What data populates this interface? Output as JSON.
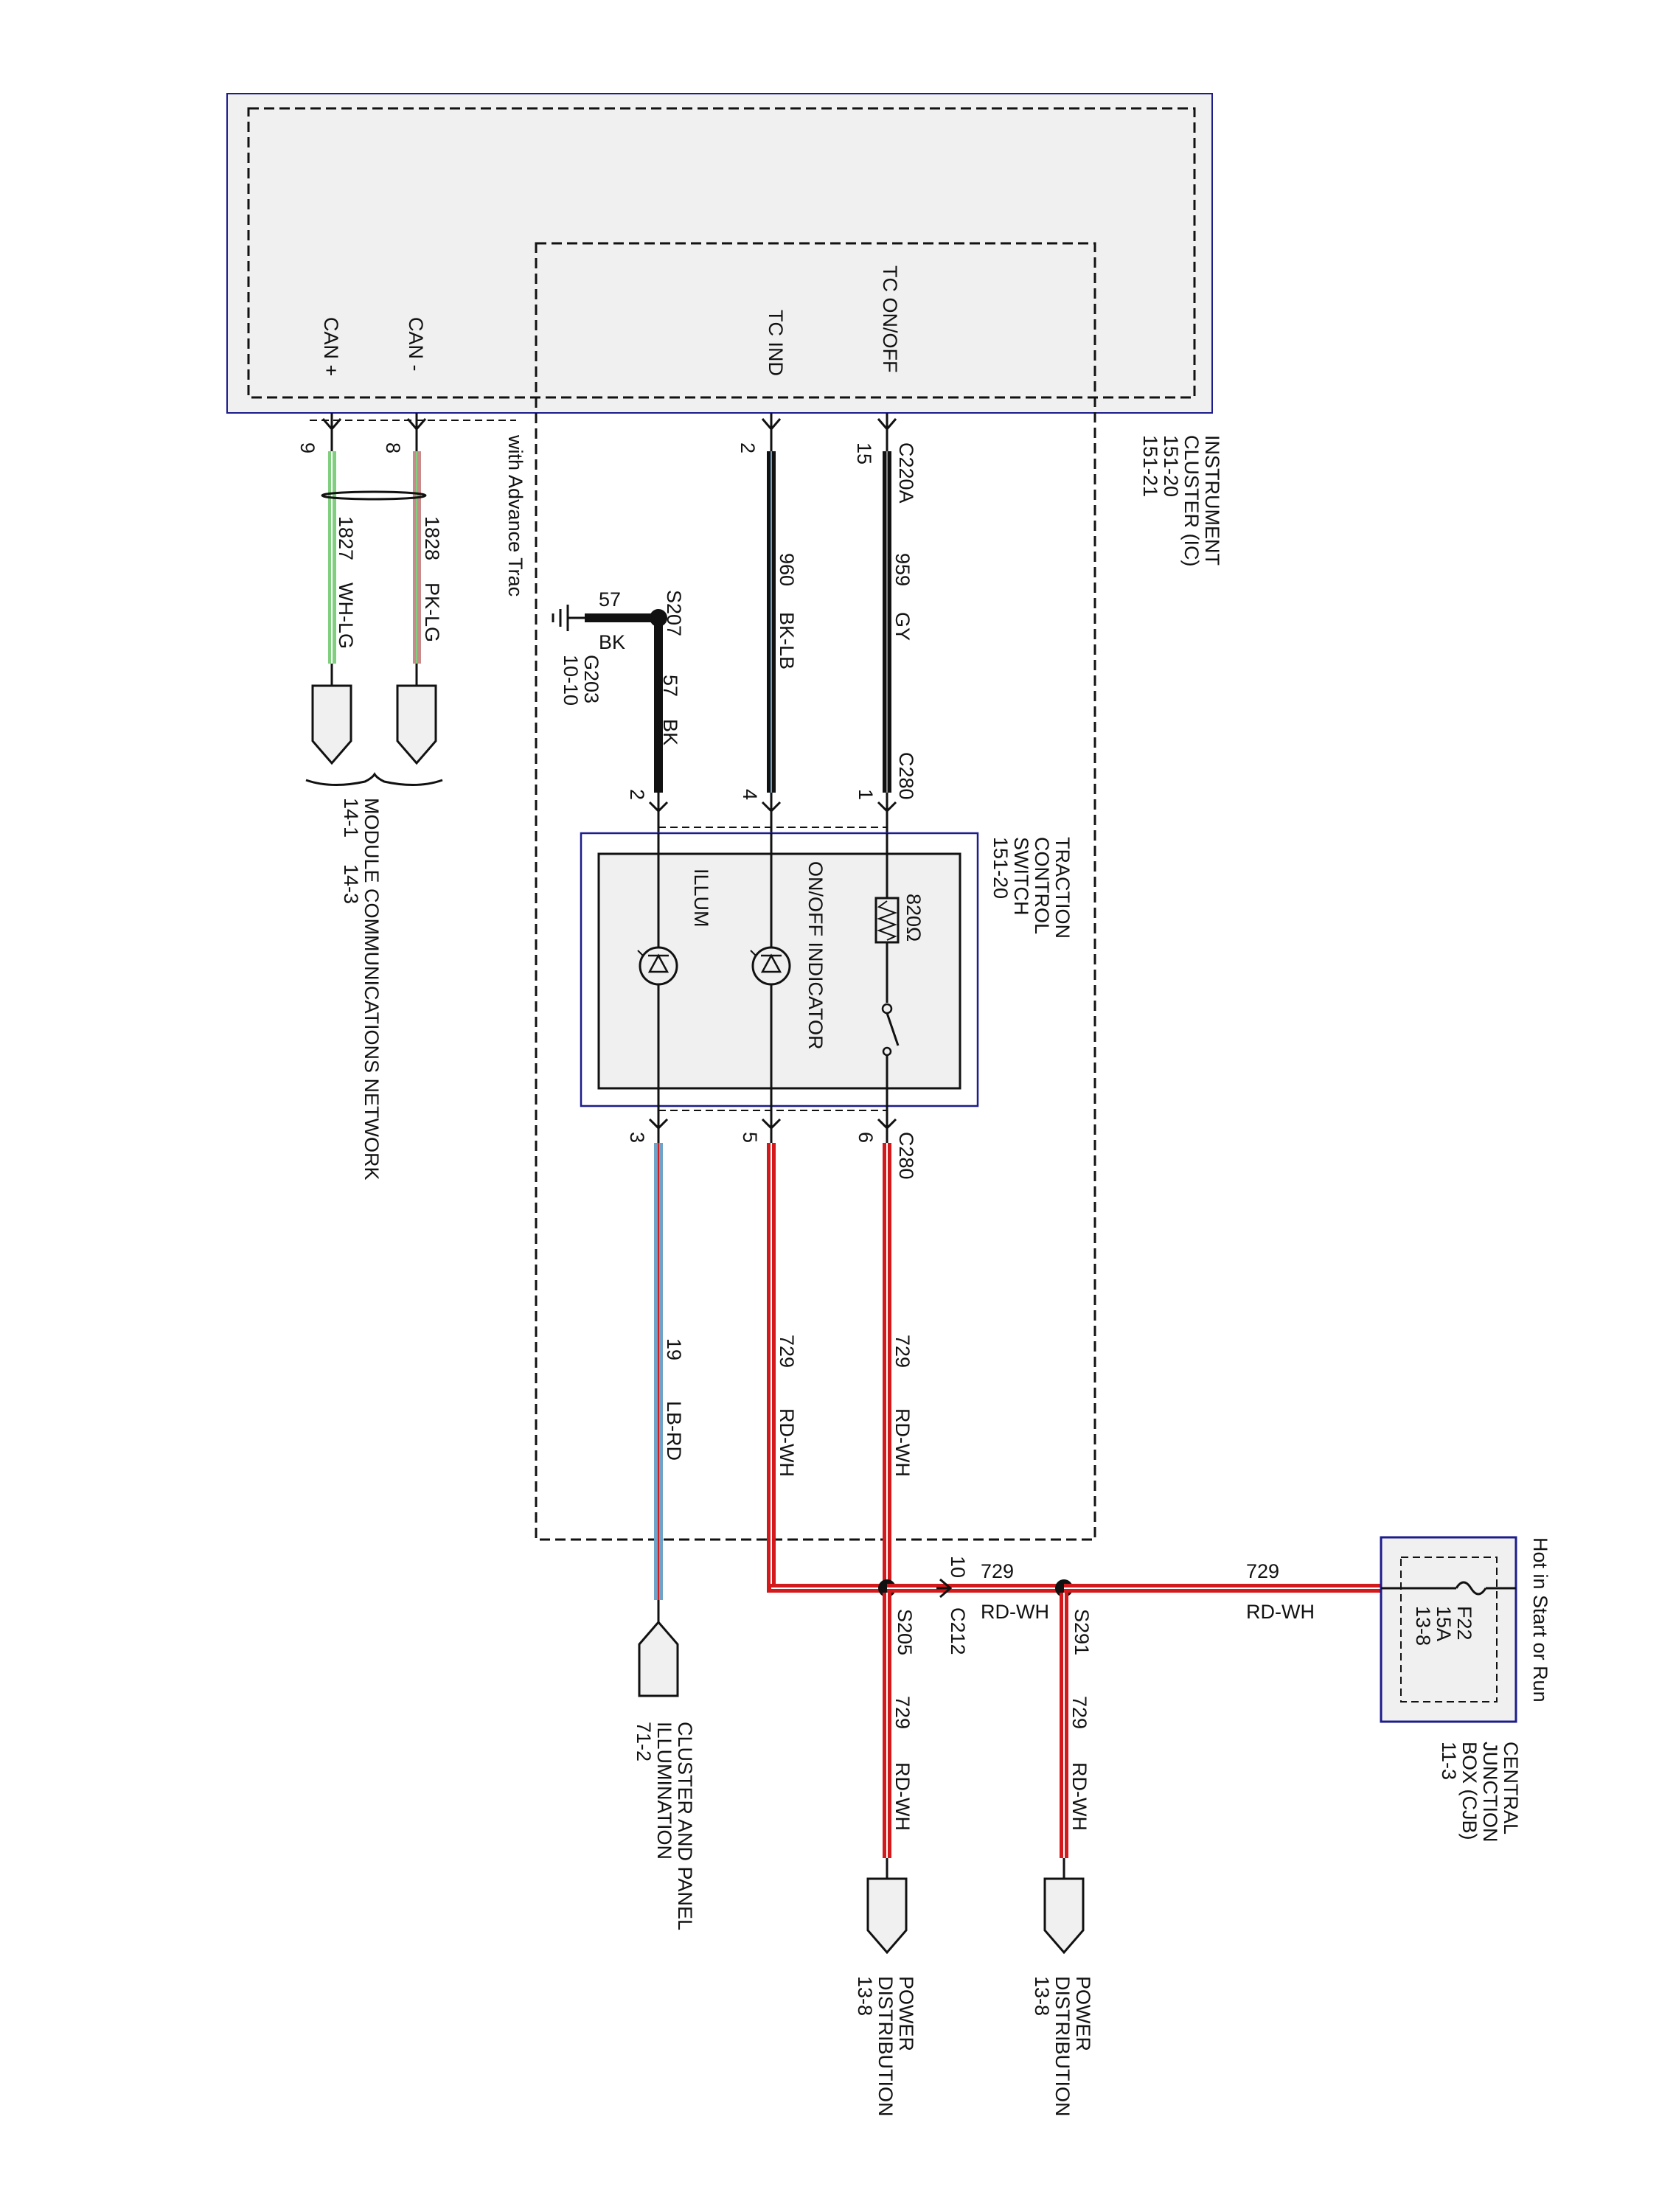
{
  "instrument_cluster": {
    "name_lines": [
      "INSTRUMENT",
      "CLUSTER (IC)",
      "151-20",
      "151-21"
    ],
    "pins": {
      "can_plus": "CAN +",
      "can_minus": "CAN -",
      "tc_ind": "TC IND",
      "tc_onoff": "TC ON/OFF"
    },
    "connector": "C220A"
  },
  "option_note": "with Advance Trac",
  "pin_numbers": {
    "can_plus": "9",
    "can_minus": "8",
    "tc_ind": "2",
    "tc_onoff": "15"
  },
  "can_wires": {
    "can_plus": {
      "circuit": "1827",
      "color": "WH-LG"
    },
    "can_minus": {
      "circuit": "1828",
      "color": "PK-LG"
    }
  },
  "module_comm": {
    "name": "MODULE COMMUNICATIONS NETWORK",
    "refs": [
      "14-1",
      "14-3"
    ]
  },
  "ground": {
    "splice": "S207",
    "circuit": "57",
    "color": "BK",
    "ground_name": "G203",
    "ground_ref": "10-10"
  },
  "wires_top": {
    "tc_onoff": {
      "circuit": "959",
      "color": "GY"
    },
    "tc_ind": {
      "circuit": "960",
      "color": "BK-LB"
    },
    "illum_gnd": {
      "circuit": "57",
      "color": "BK"
    }
  },
  "tcs": {
    "name_lines": [
      "TRACTION",
      "CONTROL",
      "SWITCH",
      "151-20"
    ],
    "connector": "C280",
    "top_pins": {
      "pin1": "1",
      "pin4": "4",
      "pin2": "2"
    },
    "bottom_pins": {
      "pin6": "6",
      "pin5": "5",
      "pin3": "3"
    },
    "resistor": "820Ω",
    "labels": {
      "onoff": "ON/OFF INDICATOR",
      "illum": "ILLUM"
    }
  },
  "wires_bottom": {
    "w1": {
      "circuit": "729",
      "color": "RD-WH"
    },
    "w2": {
      "circuit": "729",
      "color": "RD-WH"
    },
    "w3": {
      "circuit": "19",
      "color": "LB-RD"
    }
  },
  "cluster_illum": {
    "lines": [
      "CLUSTER AND PANEL",
      "ILLUMINATION",
      "71-2"
    ]
  },
  "splices": {
    "s205": "S205",
    "c212": "C212",
    "c212_pin": "10",
    "s291": "S291"
  },
  "wire_c212": {
    "circuit": "729",
    "color": "RD-WH"
  },
  "wire_cjb": {
    "circuit": "729",
    "color": "RD-WH"
  },
  "wire_pd1": {
    "circuit": "729",
    "color": "RD-WH"
  },
  "wire_pd2": {
    "circuit": "729",
    "color": "RD-WH"
  },
  "power_dist_1": {
    "lines": [
      "POWER",
      "DISTRIBUTION",
      "13-8"
    ]
  },
  "power_dist_2": {
    "lines": [
      "POWER",
      "DISTRIBUTION",
      "13-8"
    ]
  },
  "cjb": {
    "hot_note": "Hot in Start or Run",
    "fuse": "F22",
    "amps": "15A",
    "ref": "13-8",
    "name_lines": [
      "CENTRAL",
      "JUNCTION",
      "BOX (CJB)",
      "11-3"
    ]
  },
  "colors": {
    "wire_red": "#d4191c",
    "wire_black": "#111111",
    "frame_blue": "#1c1c8c",
    "lb_blue": "#6fa3c7",
    "lg_green": "#7fcf7f",
    "pk": "#c98a8a"
  }
}
